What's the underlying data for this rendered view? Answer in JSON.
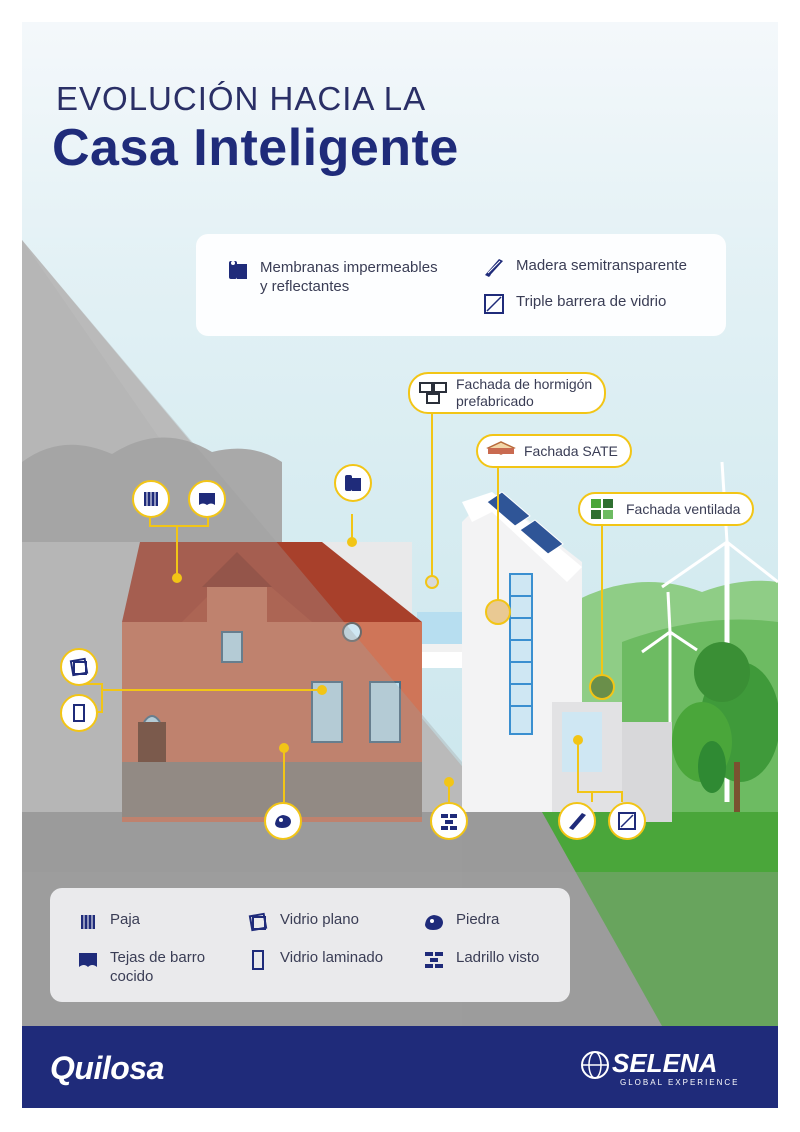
{
  "title": {
    "line1": "EVOLUCIÓN HACIA LA",
    "line2": "Casa Inteligente"
  },
  "legend_top": {
    "items": [
      {
        "icon": "membrane-roll-icon",
        "label": "Membranas impermeables\ny reflectantes"
      },
      {
        "icon": "semitransparent-wood-icon",
        "label": "Madera semitransparente"
      },
      {
        "icon": "triple-glass-icon",
        "label": "Triple barrera de vidrio"
      }
    ]
  },
  "callouts": {
    "prefab_concrete": "Fachada de hormigón\nprefabricado",
    "sate": "Fachada SATE",
    "ventilated": "Fachada ventilada"
  },
  "legend_bottom": {
    "items": [
      {
        "icon": "straw-icon",
        "label": "Paja"
      },
      {
        "icon": "flat-glass-icon",
        "label": "Vidrio plano"
      },
      {
        "icon": "stone-icon",
        "label": "Piedra"
      },
      {
        "icon": "clay-tile-icon",
        "label": "Tejas de barro\ncocido"
      },
      {
        "icon": "laminated-glass-icon",
        "label": "Vidrio laminado"
      },
      {
        "icon": "brick-icon",
        "label": "Ladrillo visto"
      }
    ]
  },
  "footer": {
    "brand_left": "Quilosa",
    "brand_right": "SELENA",
    "brand_right_sub": "GLOBAL EXPERIENCE"
  },
  "colors": {
    "navy": "#1f2b7a",
    "accent_yellow": "#f2c516",
    "brick": "#c96a50",
    "roof": "#a8402b",
    "grass": "#4aa63a"
  }
}
